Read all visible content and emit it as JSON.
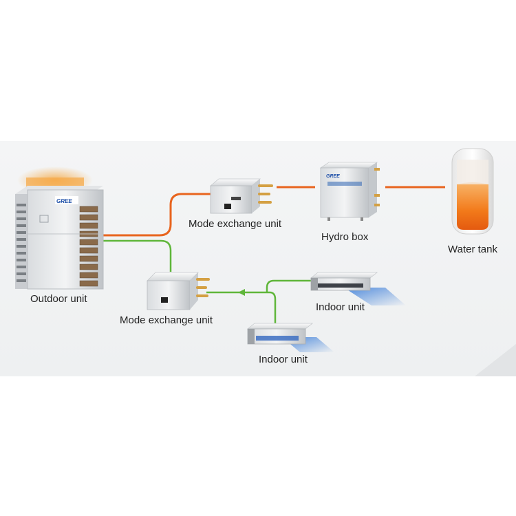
{
  "labels": {
    "outdoor_unit": "Outdoor unit",
    "mode_exchange_unit_top": "Mode exchange unit",
    "mode_exchange_unit_bottom": "Mode exchange unit",
    "hydro_box": "Hydro box",
    "water_tank": "Water tank",
    "indoor_unit_1": "Indoor unit",
    "indoor_unit_2": "Indoor unit"
  },
  "logo_text": {
    "outdoor_brand": "GREE",
    "hydro_brand": "GREE"
  },
  "colors": {
    "hot_pipe": "#e8641e",
    "cold_pipe": "#5fb63a",
    "airflow": "#3d7fd9",
    "tank_fill": "#f27a1a",
    "glow": "#f5b25a"
  }
}
